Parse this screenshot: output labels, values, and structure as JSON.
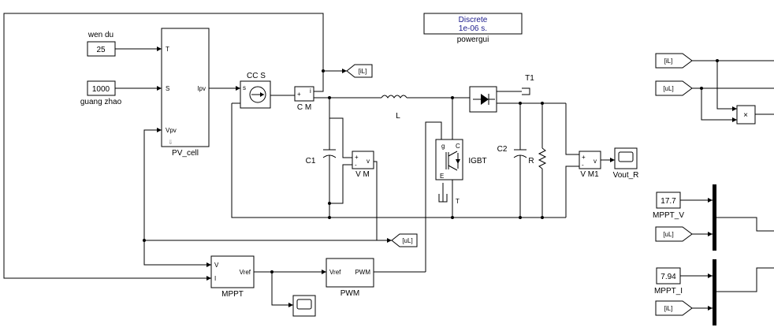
{
  "powergui": {
    "mode": "Discrete",
    "sample_time": "1e-06 s.",
    "name": "powergui"
  },
  "blocks": {
    "const_temp": {
      "value": "25",
      "caption": "wen du"
    },
    "const_irr": {
      "value": "1000",
      "caption": "guang zhao"
    },
    "pv_cell": {
      "name": "PV_cell",
      "port_t": "T",
      "port_s": "S",
      "port_vpv": "Vpv",
      "port_ipv": "Ipv"
    },
    "ccs": {
      "name": "CC S",
      "port_s": "s"
    },
    "cm": {
      "name": "C M",
      "port_plus": "+",
      "port_i": "i"
    },
    "goto_il_top": {
      "tag": "[iL]"
    },
    "inductor": {
      "name": "L"
    },
    "diode": {
      "name": "T1"
    },
    "c1": {
      "name": "C1"
    },
    "vm": {
      "name": "V M",
      "port_v": "v"
    },
    "igbt": {
      "name": "IGBT",
      "port_g": "g",
      "port_c": "C",
      "port_e": "E",
      "term": "T"
    },
    "c2": {
      "name": "C2"
    },
    "r": {
      "name": "R"
    },
    "vm1": {
      "name": "V M1",
      "port_v": "v"
    },
    "scope_r": {
      "name": "Vout_R"
    },
    "goto_ul": {
      "tag": "[uL]"
    },
    "mppt": {
      "name": "MPPT",
      "port_v": "V",
      "port_i": "I",
      "port_vref": "Vref"
    },
    "pwm": {
      "name": "PWM",
      "port_vref": "Vref",
      "port_pwm": "PWM"
    },
    "from_il_r": {
      "tag": "[iL]"
    },
    "from_ul_r": {
      "tag": "[uL]"
    },
    "product": {
      "symbol": "×"
    },
    "display_v": {
      "value": "17.7",
      "caption": "MPPT_V"
    },
    "from_ul_v": {
      "tag": "[uL]"
    },
    "display_i": {
      "value": "7.94",
      "caption": "MPPT_I"
    },
    "from_il_i": {
      "tag": "[iL]"
    }
  }
}
